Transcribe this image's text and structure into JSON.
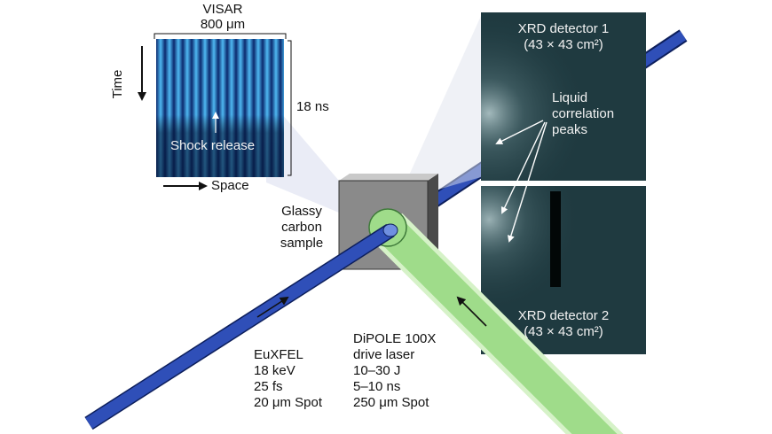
{
  "visar": {
    "title": "VISAR",
    "width_label": "800 μm",
    "time_label": "Time",
    "duration_label": "18 ns",
    "shock_label": "Shock release",
    "space_label": "Space"
  },
  "sample": {
    "line1": "Glassy",
    "line2": "carbon",
    "line3": "sample"
  },
  "detector1": {
    "title": "XRD detector 1",
    "size": "(43 × 43 cm²)"
  },
  "detector2": {
    "title": "XRD detector 2",
    "size": "(43 × 43 cm²)"
  },
  "peaks": {
    "line1": "Liquid",
    "line2": "correlation",
    "line3": "peaks"
  },
  "xfel": {
    "name": "EuXFEL",
    "energy": "18 keV",
    "pulse": "25 fs",
    "spot": "20 μm Spot"
  },
  "laser": {
    "name": "DiPOLE 100X",
    "line2": "drive laser",
    "energy": "10–30 J",
    "pulse": "5–10 ns",
    "spot": "250 μm Spot"
  },
  "colors": {
    "xray_beam": "#2f4fb8",
    "laser_beam": "#9fdc8a",
    "laser_glow": "#d6f2c8",
    "visar_stripe": "#38a6e6",
    "detector_bg": "#1f3a40",
    "sample": "#8a8a8a"
  }
}
